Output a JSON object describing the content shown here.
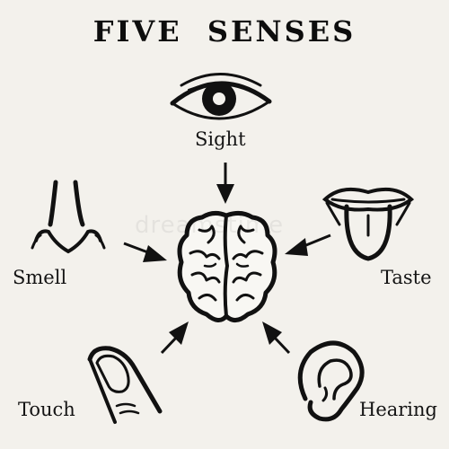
{
  "title": "FIVE  SENSES",
  "senses": {
    "sight": "Sight",
    "smell": "Smell",
    "taste": "Taste",
    "touch": "Touch",
    "hearing": "Hearing"
  },
  "watermark": "dreamstime",
  "icons": [
    "eye-icon",
    "nose-icon",
    "mouth-tongue-icon",
    "finger-icon",
    "ear-icon",
    "brain-icon"
  ],
  "colors": {
    "background": "#f3f1ec",
    "ink": "#111111"
  }
}
